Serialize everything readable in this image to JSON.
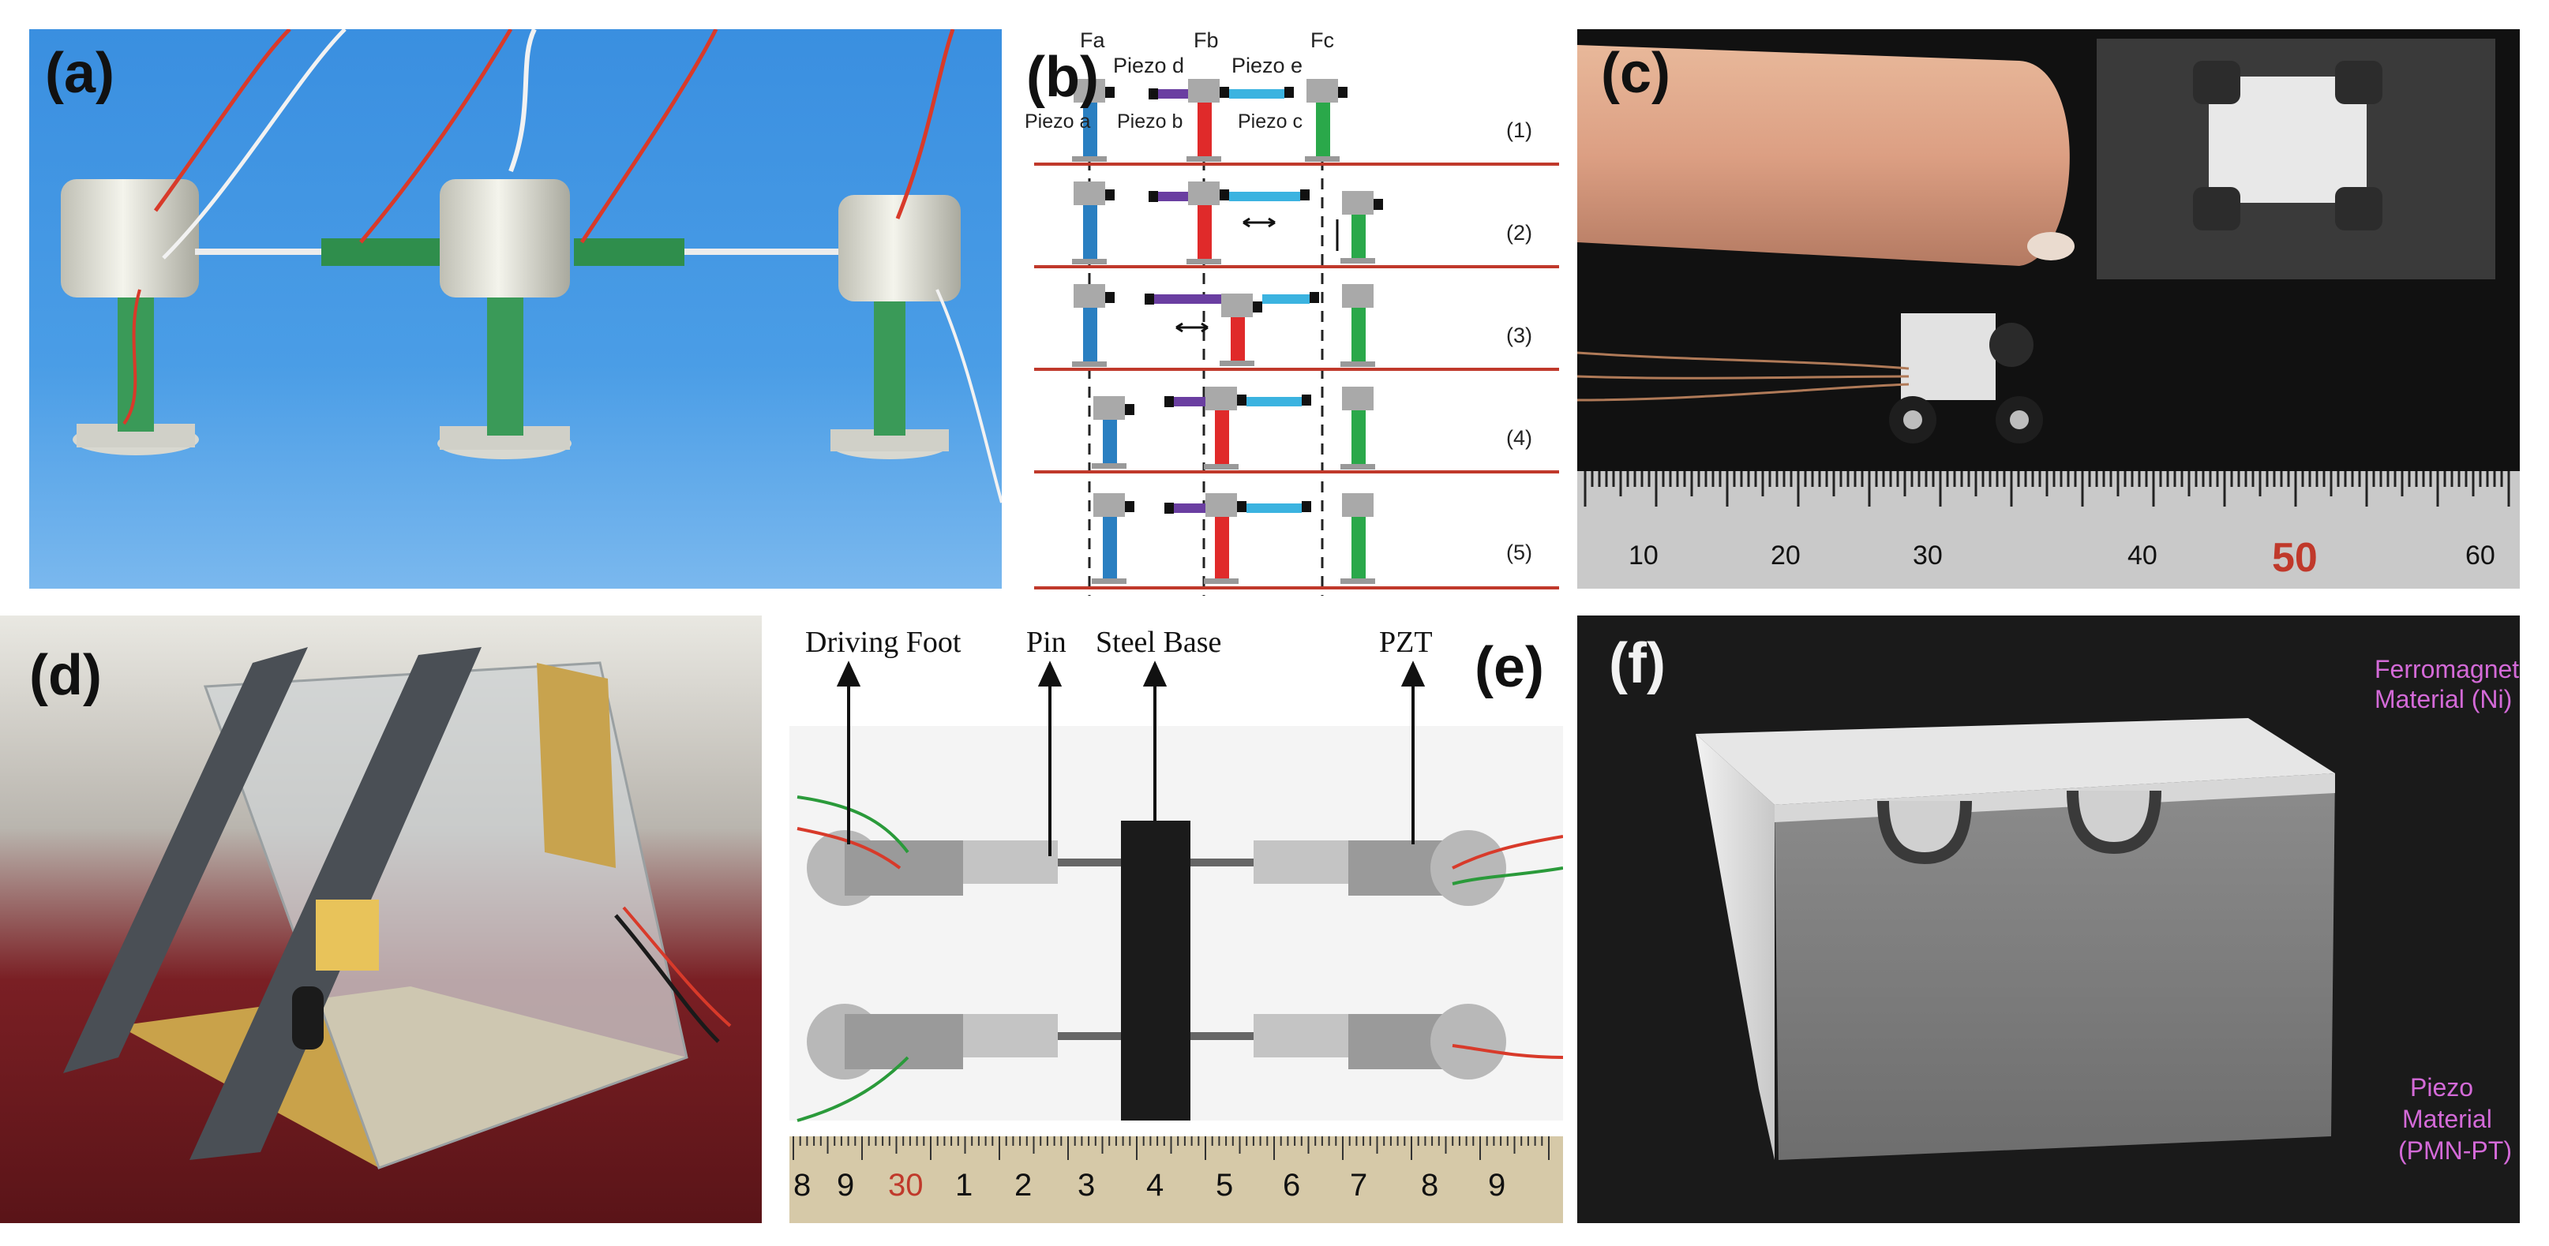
{
  "panels": {
    "a": {
      "label": "(a)"
    },
    "b": {
      "label": "(b)",
      "feet": [
        "Fa",
        "Fb",
        "Fc"
      ],
      "piezo_top": [
        "Piezo d",
        "Piezo e"
      ],
      "piezo_side": [
        "Piezo a",
        "Piezo b",
        "Piezo c"
      ],
      "steps": [
        "(1)",
        "(2)",
        "(3)",
        "(4)",
        "(5)"
      ]
    },
    "c": {
      "label": "(c)",
      "ruler": [
        "10",
        "20",
        "30",
        "40",
        "50",
        "60"
      ]
    },
    "d": {
      "label": "(d)"
    },
    "e": {
      "label": "(e)",
      "annotations": [
        "Driving Foot",
        "Pin",
        "Steel Base",
        "PZT"
      ],
      "ruler": [
        "8",
        "9",
        "30",
        "1",
        "2",
        "3",
        "4",
        "5",
        "6",
        "7",
        "8",
        "9"
      ]
    },
    "f": {
      "label": "(f)",
      "top_material": [
        "Ferromagnetic",
        "Material (Ni)"
      ],
      "bottom_material": [
        "Piezo",
        "Material",
        "(PMN-PT)"
      ]
    }
  },
  "colors": {
    "piezo_a": "#2a7fc1",
    "piezo_b": "#6a3ea1",
    "piezo_c": "#2aa84a",
    "piezo_d": "#6a3ea1",
    "piezo_e": "#3bb3e0",
    "foot_b": "#e02a2a",
    "divider": "#c0392b",
    "material_label": "#d46ad8"
  }
}
